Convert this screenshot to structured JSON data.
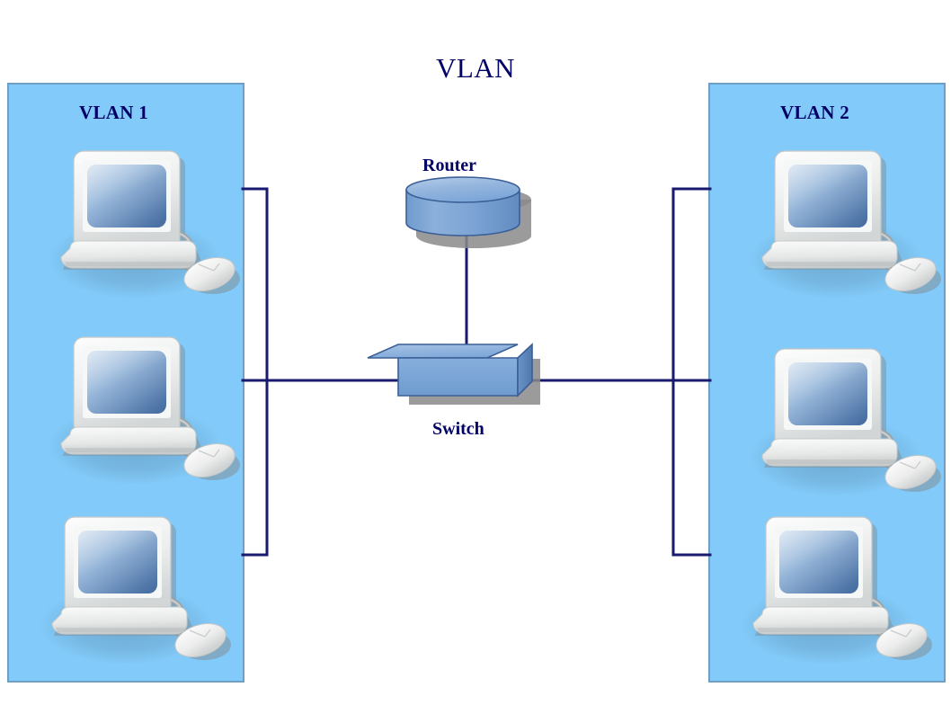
{
  "diagram": {
    "title": "VLAN",
    "title_color": "#000066",
    "background_color": "#ffffff",
    "link_color": "#191970",
    "zone_fill_color": "#82caf9",
    "zone_border_color": "#6f9fc4",
    "device_fill_color": "#7da7d9",
    "device_edge_color": "#3b5f96",
    "shadow_color": "#808080"
  },
  "zones": [
    {
      "id": "vlan-1",
      "label": "VLAN 1",
      "side": "left",
      "computer_count": 3
    },
    {
      "id": "vlan-2",
      "label": "VLAN 2",
      "side": "right",
      "computer_count": 3
    }
  ],
  "devices": [
    {
      "id": "router",
      "label": "Router",
      "shape": "cylinder"
    },
    {
      "id": "switch",
      "label": "Switch",
      "shape": "cuboid"
    }
  ],
  "nodes": {
    "computer_icon_name": "computer-icon",
    "mouse_icon_name": "mouse-icon",
    "screen_color": "#6e9bce",
    "chassis_color": "#e8e8e8"
  },
  "links": [
    {
      "id": "router-switch-link",
      "from": "router",
      "to": "switch"
    },
    {
      "id": "switch-vlan1-trunk",
      "from": "switch",
      "to": "vlan-1"
    },
    {
      "id": "switch-vlan2-trunk",
      "from": "switch",
      "to": "vlan-2"
    },
    {
      "id": "vlan1-bus",
      "from": "vlan-1",
      "to": "vlan-1-hosts"
    },
    {
      "id": "vlan2-bus",
      "from": "vlan-2",
      "to": "vlan-2-hosts"
    }
  ]
}
